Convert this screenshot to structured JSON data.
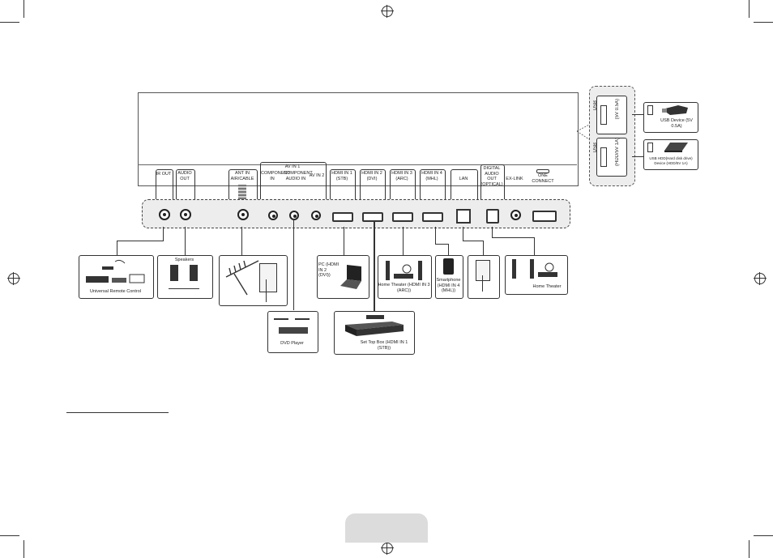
{
  "ports": {
    "ir_out": "IR OUT",
    "audio_out": "AUDIO OUT",
    "ant_in": "ANT IN AIR/CABLE",
    "av_in_header": "AV IN 1",
    "component_in": "COMPONENT IN",
    "component_audio_in": "COMPONENT AUDIO IN",
    "av_in_2": "AV IN 2",
    "hdmi1": "HDMI IN 1 (STB)",
    "hdmi2": "HDMI IN 2 (DVI)",
    "hdmi3": "HDMI IN 3 (ARC)",
    "hdmi4": "HDMI IN 4 (MHL)",
    "lan": "LAN",
    "digital_audio_out": "DIGITAL AUDIO OUT (OPTICAL)",
    "exlink": "EX-LINK",
    "one_connect": "ONE CONNECT"
  },
  "usb": {
    "usb1_label": "USB",
    "usb1_spec": "(5V 0.5A)",
    "usb2_label": "USB",
    "usb2_spec": "(HDD/5V 1A)",
    "usb1_device": "USB Device (5V 0.5A)",
    "usb2_device": "USB HDD(Hard disk drive) Device (HDD/5V 1A)"
  },
  "devices": {
    "universal_remote": "Universal Remote Control",
    "speakers": "Speakers",
    "pc": "PC (HDMI IN 2 (DVI))",
    "home_theater_arc": "Home Theater (HDMI IN 3 (ARC))",
    "smartphone": "Smartphone (HDMI IN 4 (MHL))",
    "home_theater": "Home Theater",
    "dvd_player": "DVD Player",
    "set_top_box": "Set Top Box (HDMI IN 1 (STB))"
  },
  "icons": [
    "antenna-icon",
    "wall-outlet-icon",
    "laptop-icon",
    "set-top-box-icon",
    "dvd-player-icon",
    "speaker-icon",
    "smartphone-icon",
    "home-theater-icon",
    "usb-stick-icon",
    "hdd-icon",
    "remote-control-icon",
    "registration-mark-icon"
  ],
  "colors": {
    "line": "#333333",
    "panel": "#ededed",
    "page_tab": "#dcdcdc"
  }
}
